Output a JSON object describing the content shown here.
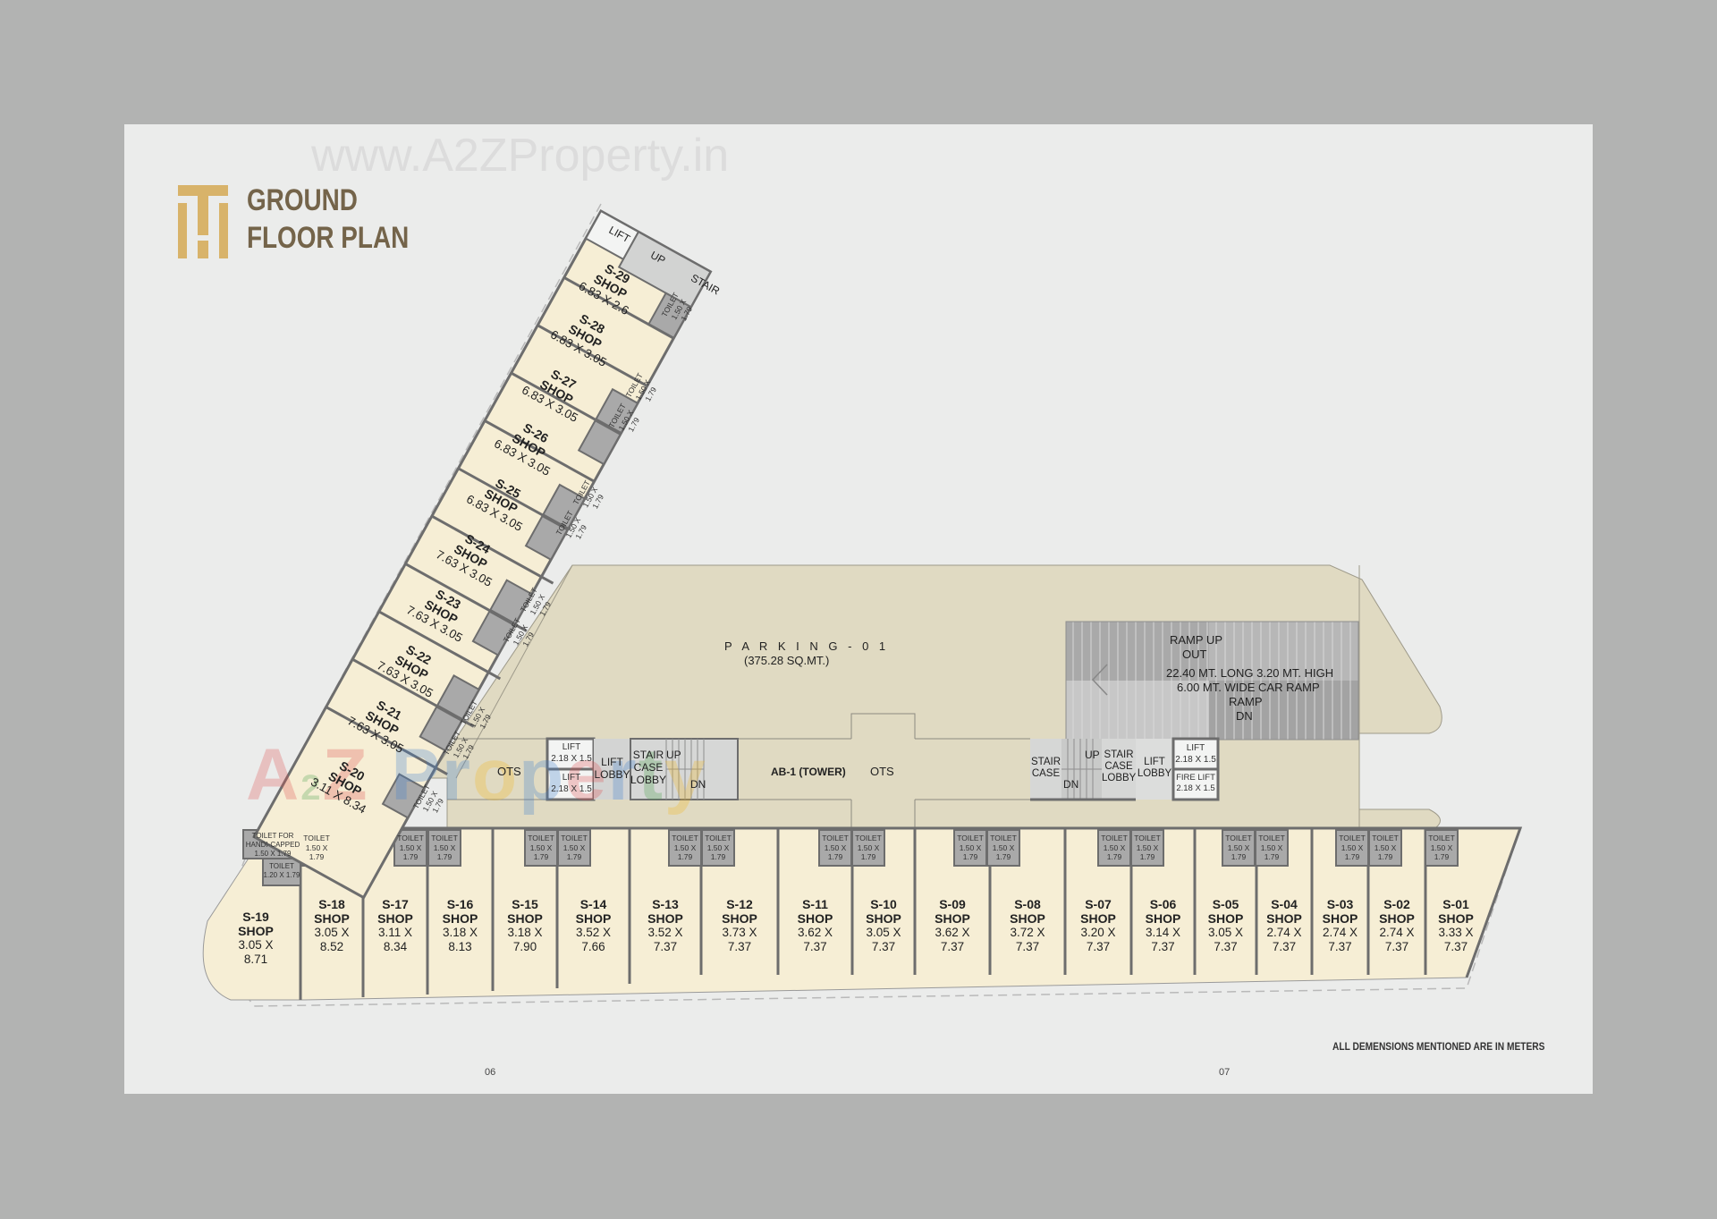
{
  "header": {
    "watermark_url": "www.A2ZProperty.in",
    "title_line1": "GROUND",
    "title_line2": "FLOOR PLAN"
  },
  "colors": {
    "outer_bg": "#b2b3b2",
    "page_bg": "#ebeceb",
    "shop_fill": "#f6eed5",
    "parking_fill": "#e0dac2",
    "wall": "#707070",
    "toilet_fill": "#a9a9a9",
    "core_fill": "#d6d7d6",
    "logo_gold": "#d8b36a",
    "title_brown": "#74644a"
  },
  "parking": {
    "name": "P A R K I N G - 0 1",
    "area": "(375.28 SQ.MT.)"
  },
  "core_left": {
    "lift1_label": "LIFT",
    "lift1_size": "2.18 X 1.5",
    "lift2_label": "LIFT",
    "lift2_size": "2.18 X 1.5",
    "lift_lobby": "LIFT LOBBY",
    "stair_lobby": "STAIR CASE LOBBY",
    "up": "UP",
    "dn": "DN",
    "ots": "OTS"
  },
  "tower": {
    "label": "AB-1 (TOWER)",
    "ots": "OTS"
  },
  "core_right": {
    "staircase": "STAIR CASE",
    "up": "UP",
    "dn": "DN",
    "stair_lobby": "STAIR CASE LOBBY",
    "lift_lobby": "LIFT LOBBY",
    "lift_label": "LIFT",
    "lift_size": "2.18 X 1.5",
    "fire_lift_label": "FIRE LIFT",
    "fire_lift_size": "2.18 X 1.5"
  },
  "ramp": {
    "up_label": "RAMP UP",
    "out_label": "OUT",
    "desc1": "22.40 MT. LONG 3.20 MT. HIGH",
    "desc2": "6.00 MT. WIDE CAR RAMP",
    "dn_label1": "RAMP",
    "dn_label2": "DN"
  },
  "wing_top": {
    "lift": "LIFT",
    "up": "UP",
    "stair": "STAIR"
  },
  "toilet": {
    "label": "TOILET",
    "size1": "1.50 X",
    "size2": "1.79"
  },
  "toilet_hc": {
    "label1": "TOILET FOR",
    "label2": "HANDI-CAPPED",
    "size": "1.50 X 1.79"
  },
  "toilet_small": {
    "label": "TOILET",
    "size": "1.20 X 1.79"
  },
  "shops_bottom": [
    {
      "id": "S-19",
      "type": "SHOP",
      "w": "3.05 X",
      "d": "8.71"
    },
    {
      "id": "S-18",
      "type": "SHOP",
      "w": "3.05 X",
      "d": "8.52"
    },
    {
      "id": "S-17",
      "type": "SHOP",
      "w": "3.11 X",
      "d": "8.34"
    },
    {
      "id": "S-16",
      "type": "SHOP",
      "w": "3.18 X",
      "d": "8.13"
    },
    {
      "id": "S-15",
      "type": "SHOP",
      "w": "3.18 X",
      "d": "7.90"
    },
    {
      "id": "S-14",
      "type": "SHOP",
      "w": "3.52 X",
      "d": "7.66"
    },
    {
      "id": "S-13",
      "type": "SHOP",
      "w": "3.52 X",
      "d": "7.37"
    },
    {
      "id": "S-12",
      "type": "SHOP",
      "w": "3.73 X",
      "d": "7.37"
    },
    {
      "id": "S-11",
      "type": "SHOP",
      "w": "3.62 X",
      "d": "7.37"
    },
    {
      "id": "S-10",
      "type": "SHOP",
      "w": "3.05 X",
      "d": "7.37"
    },
    {
      "id": "S-09",
      "type": "SHOP",
      "w": "3.62 X",
      "d": "7.37"
    },
    {
      "id": "S-08",
      "type": "SHOP",
      "w": "3.72 X",
      "d": "7.37"
    },
    {
      "id": "S-07",
      "type": "SHOP",
      "w": "3.20 X",
      "d": "7.37"
    },
    {
      "id": "S-06",
      "type": "SHOP",
      "w": "3.14 X",
      "d": "7.37"
    },
    {
      "id": "S-05",
      "type": "SHOP",
      "w": "3.05 X",
      "d": "7.37"
    },
    {
      "id": "S-04",
      "type": "SHOP",
      "w": "2.74 X",
      "d": "7.37"
    },
    {
      "id": "S-03",
      "type": "SHOP",
      "w": "2.74 X",
      "d": "7.37"
    },
    {
      "id": "S-02",
      "type": "SHOP",
      "w": "2.74 X",
      "d": "7.37"
    },
    {
      "id": "S-01",
      "type": "SHOP",
      "w": "3.33 X",
      "d": "7.37"
    }
  ],
  "shops_wing": [
    {
      "id": "S-29",
      "type": "SHOP",
      "size": "6.83 X 2.6"
    },
    {
      "id": "S-28",
      "type": "SHOP",
      "size": "6.83 X 3.05"
    },
    {
      "id": "S-27",
      "type": "SHOP",
      "size": "6.83 X 3.05"
    },
    {
      "id": "S-26",
      "type": "SHOP",
      "size": "6.83 X 3.05"
    },
    {
      "id": "S-25",
      "type": "SHOP",
      "size": "6.83 X 3.05"
    },
    {
      "id": "S-24",
      "type": "SHOP",
      "size": "7.63 X 3.05"
    },
    {
      "id": "S-23",
      "type": "SHOP",
      "size": "7.63 X 3.05"
    },
    {
      "id": "S-22",
      "type": "SHOP",
      "size": "7.63 X 3.05"
    },
    {
      "id": "S-21",
      "type": "SHOP",
      "size": "7.63 X 3.05"
    },
    {
      "id": "S-20",
      "type": "SHOP",
      "size": "3.11 X 8.34"
    }
  ],
  "footer": {
    "note": "ALL DEMENSIONS MENTIONED ARE IN METERS",
    "page_left": "06",
    "page_right": "07"
  },
  "brand_watermark": "A2Z Property"
}
